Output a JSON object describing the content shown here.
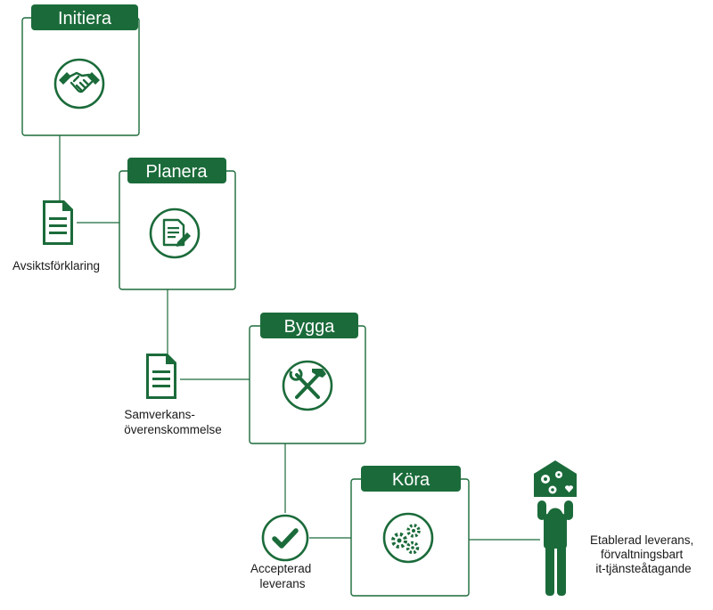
{
  "colors": {
    "primary": "#1b6b3a",
    "text": "#1a1a1a",
    "background": "#ffffff"
  },
  "phases": [
    {
      "title": "Initiera",
      "icon": "handshake-icon"
    },
    {
      "title": "Planera",
      "icon": "document-pen-icon"
    },
    {
      "title": "Bygga",
      "icon": "tools-icon"
    },
    {
      "title": "Köra",
      "icon": "gears-icon"
    }
  ],
  "deliverables": [
    {
      "lines": [
        "Avsiktsförklaring"
      ],
      "icon": "document-icon"
    },
    {
      "lines": [
        "Samverkans-",
        "överenskommelse"
      ],
      "icon": "document-icon"
    },
    {
      "lines": [
        "Accepterad",
        "leverans"
      ],
      "icon": "checkmark-circle-icon"
    }
  ],
  "outcome": {
    "lines": [
      "Etablerad leverans,",
      "förvaltningsbart",
      "it-tjänsteåtagande"
    ],
    "icon": "person-holding-house-icon"
  }
}
